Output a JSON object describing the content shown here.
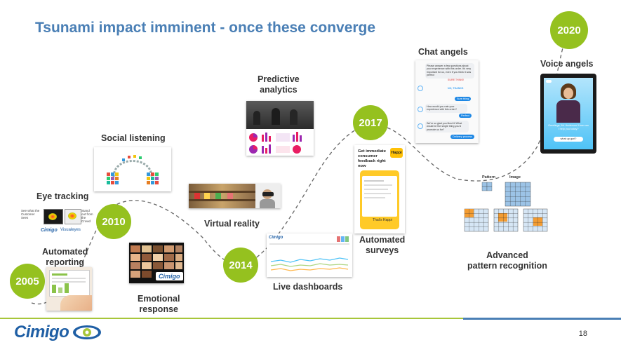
{
  "slide": {
    "title": "Tsunami impact imminent -  once these converge",
    "page_number": "18"
  },
  "years": {
    "y2005": "2005",
    "y2010": "2010",
    "y2014": "2014",
    "y2017": "2017",
    "y2020": "2020"
  },
  "labels": {
    "automated_reporting": [
      "Automated",
      "reporting"
    ],
    "eye_tracking": "Eye tracking",
    "social_listening": "Social listening",
    "emotional_response": [
      "Emotional",
      "response"
    ],
    "virtual_reality": "Virtual reality",
    "predictive_analytics": [
      "Predictive",
      "analytics"
    ],
    "live_dashboards": "Live dashboards",
    "automated_surveys": [
      "Automated",
      "surveys"
    ],
    "chat_angels": "Chat angels",
    "advanced_pattern": [
      "Advanced",
      "pattern recognition"
    ],
    "voice_angels": "Voice angels"
  },
  "eye_tracking_thumb": {
    "caption_left": "See what the Customer Sees",
    "caption_right": "Stand out from the Crowd",
    "logo": "Cimigo",
    "brand": "Visualeyes"
  },
  "emotional_thumb": {
    "logo": "Cimigo"
  },
  "dashboard_thumb": {
    "logo": "Cimigo"
  },
  "survey_thumb": {
    "headline": "Get immediate consumer feedback right now",
    "badge": "Happi",
    "footer": "That's Happi"
  },
  "chat_thumb": {
    "msg1": "Please answer a few questions about your experience with this order. It's very important for us, even if you think it was perfect",
    "opt1": "SURE THING!",
    "opt2": "NO, THANKS",
    "btn1": "Sure thing",
    "msg2": "How would you rate your experience with this order?",
    "btn2": "Perfect",
    "msg3": "We're so glad you liked it! What would be the single thing you'd promote us for?",
    "btn3": "Delivery process"
  },
  "voice_thumb": {
    "caption": "Greetings, Mr. Anderson! How can I help you today?",
    "input": "what up gurl?"
  },
  "pattern_thumb": {
    "pattern_label": "Pattern",
    "image_label": "Image"
  },
  "footer": {
    "logo_text": "Cimigo"
  },
  "colors": {
    "title_blue": "#4a7fb5",
    "year_green": "#95c11f",
    "footer_green": "#a7c63a",
    "logo_blue": "#1f5fa5"
  }
}
